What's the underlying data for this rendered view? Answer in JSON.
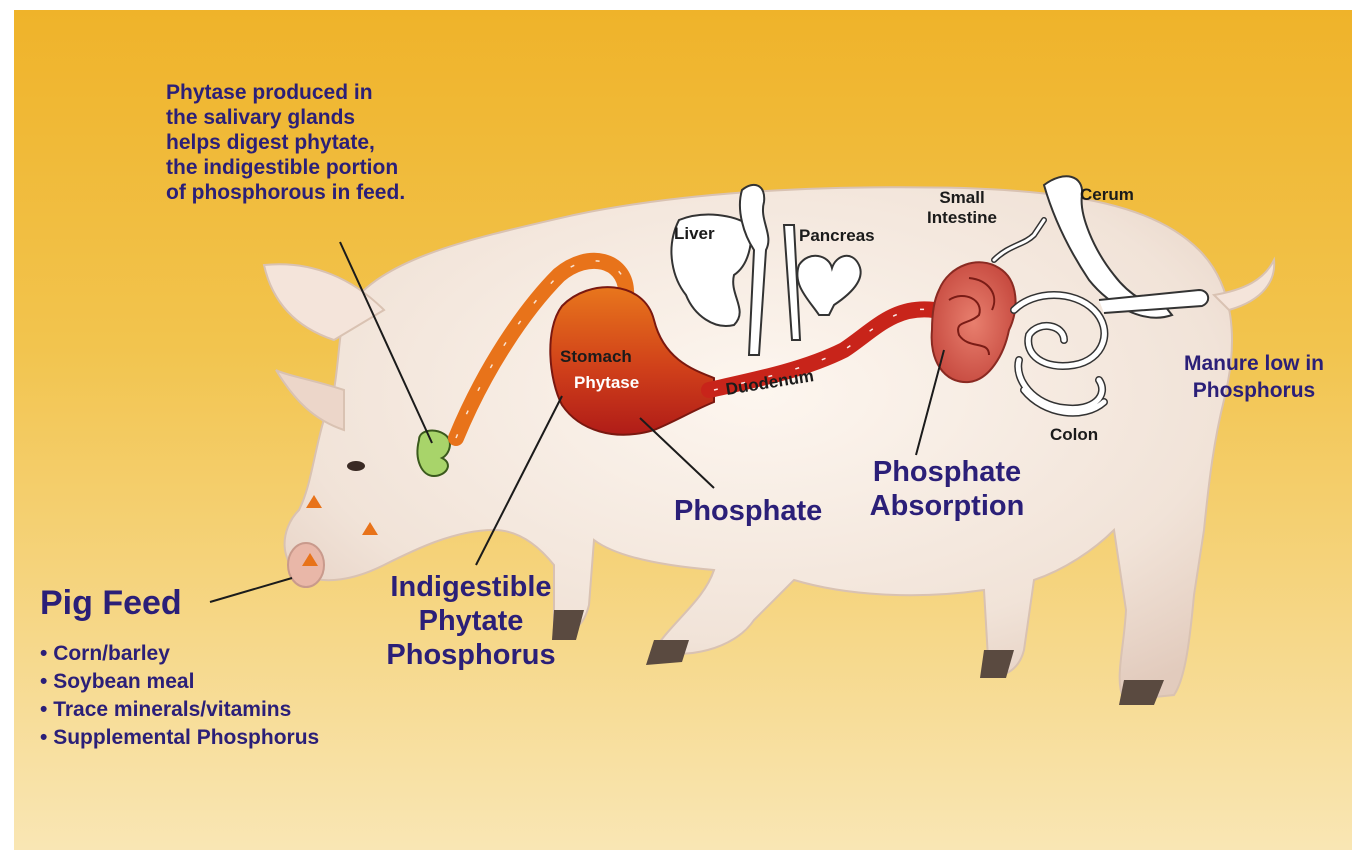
{
  "phytase_note": "Phytase produced in\nthe salivary glands\nhelps digest phytate,\nthe indigestible portion\nof phosphorous in feed.",
  "pig_feed": {
    "title": "Pig Feed",
    "items": [
      "Corn/barley",
      "Soybean meal",
      "Trace minerals/vitamins",
      "Supplemental Phosphorus"
    ]
  },
  "organs": {
    "liver": "Liver",
    "pancreas": "Pancreas",
    "small_intestine_line1": "Small",
    "small_intestine_line2": "Intestine",
    "cerum": "Cerum",
    "colon": "Colon",
    "stomach": "Stomach",
    "stomach_enzyme": "Phytase",
    "duodenum": "Duodenum"
  },
  "callouts": {
    "indigestible_line1": "Indigestible",
    "indigestible_line2": "Phytate",
    "indigestible_line3": "Phosphorus",
    "phosphate": "Phosphate",
    "absorption_line1": "Phosphate",
    "absorption_line2": "Absorption",
    "manure_line1": "Manure low in",
    "manure_line2": "Phosphorus"
  },
  "colors": {
    "background_top": "#efb32a",
    "background_bottom": "#f9e6b4",
    "navy_text": "#2b1f78",
    "stomach_red": "#c8241a",
    "esophagus_orange": "#e8731a",
    "salivary_green": "#a8d46a"
  }
}
